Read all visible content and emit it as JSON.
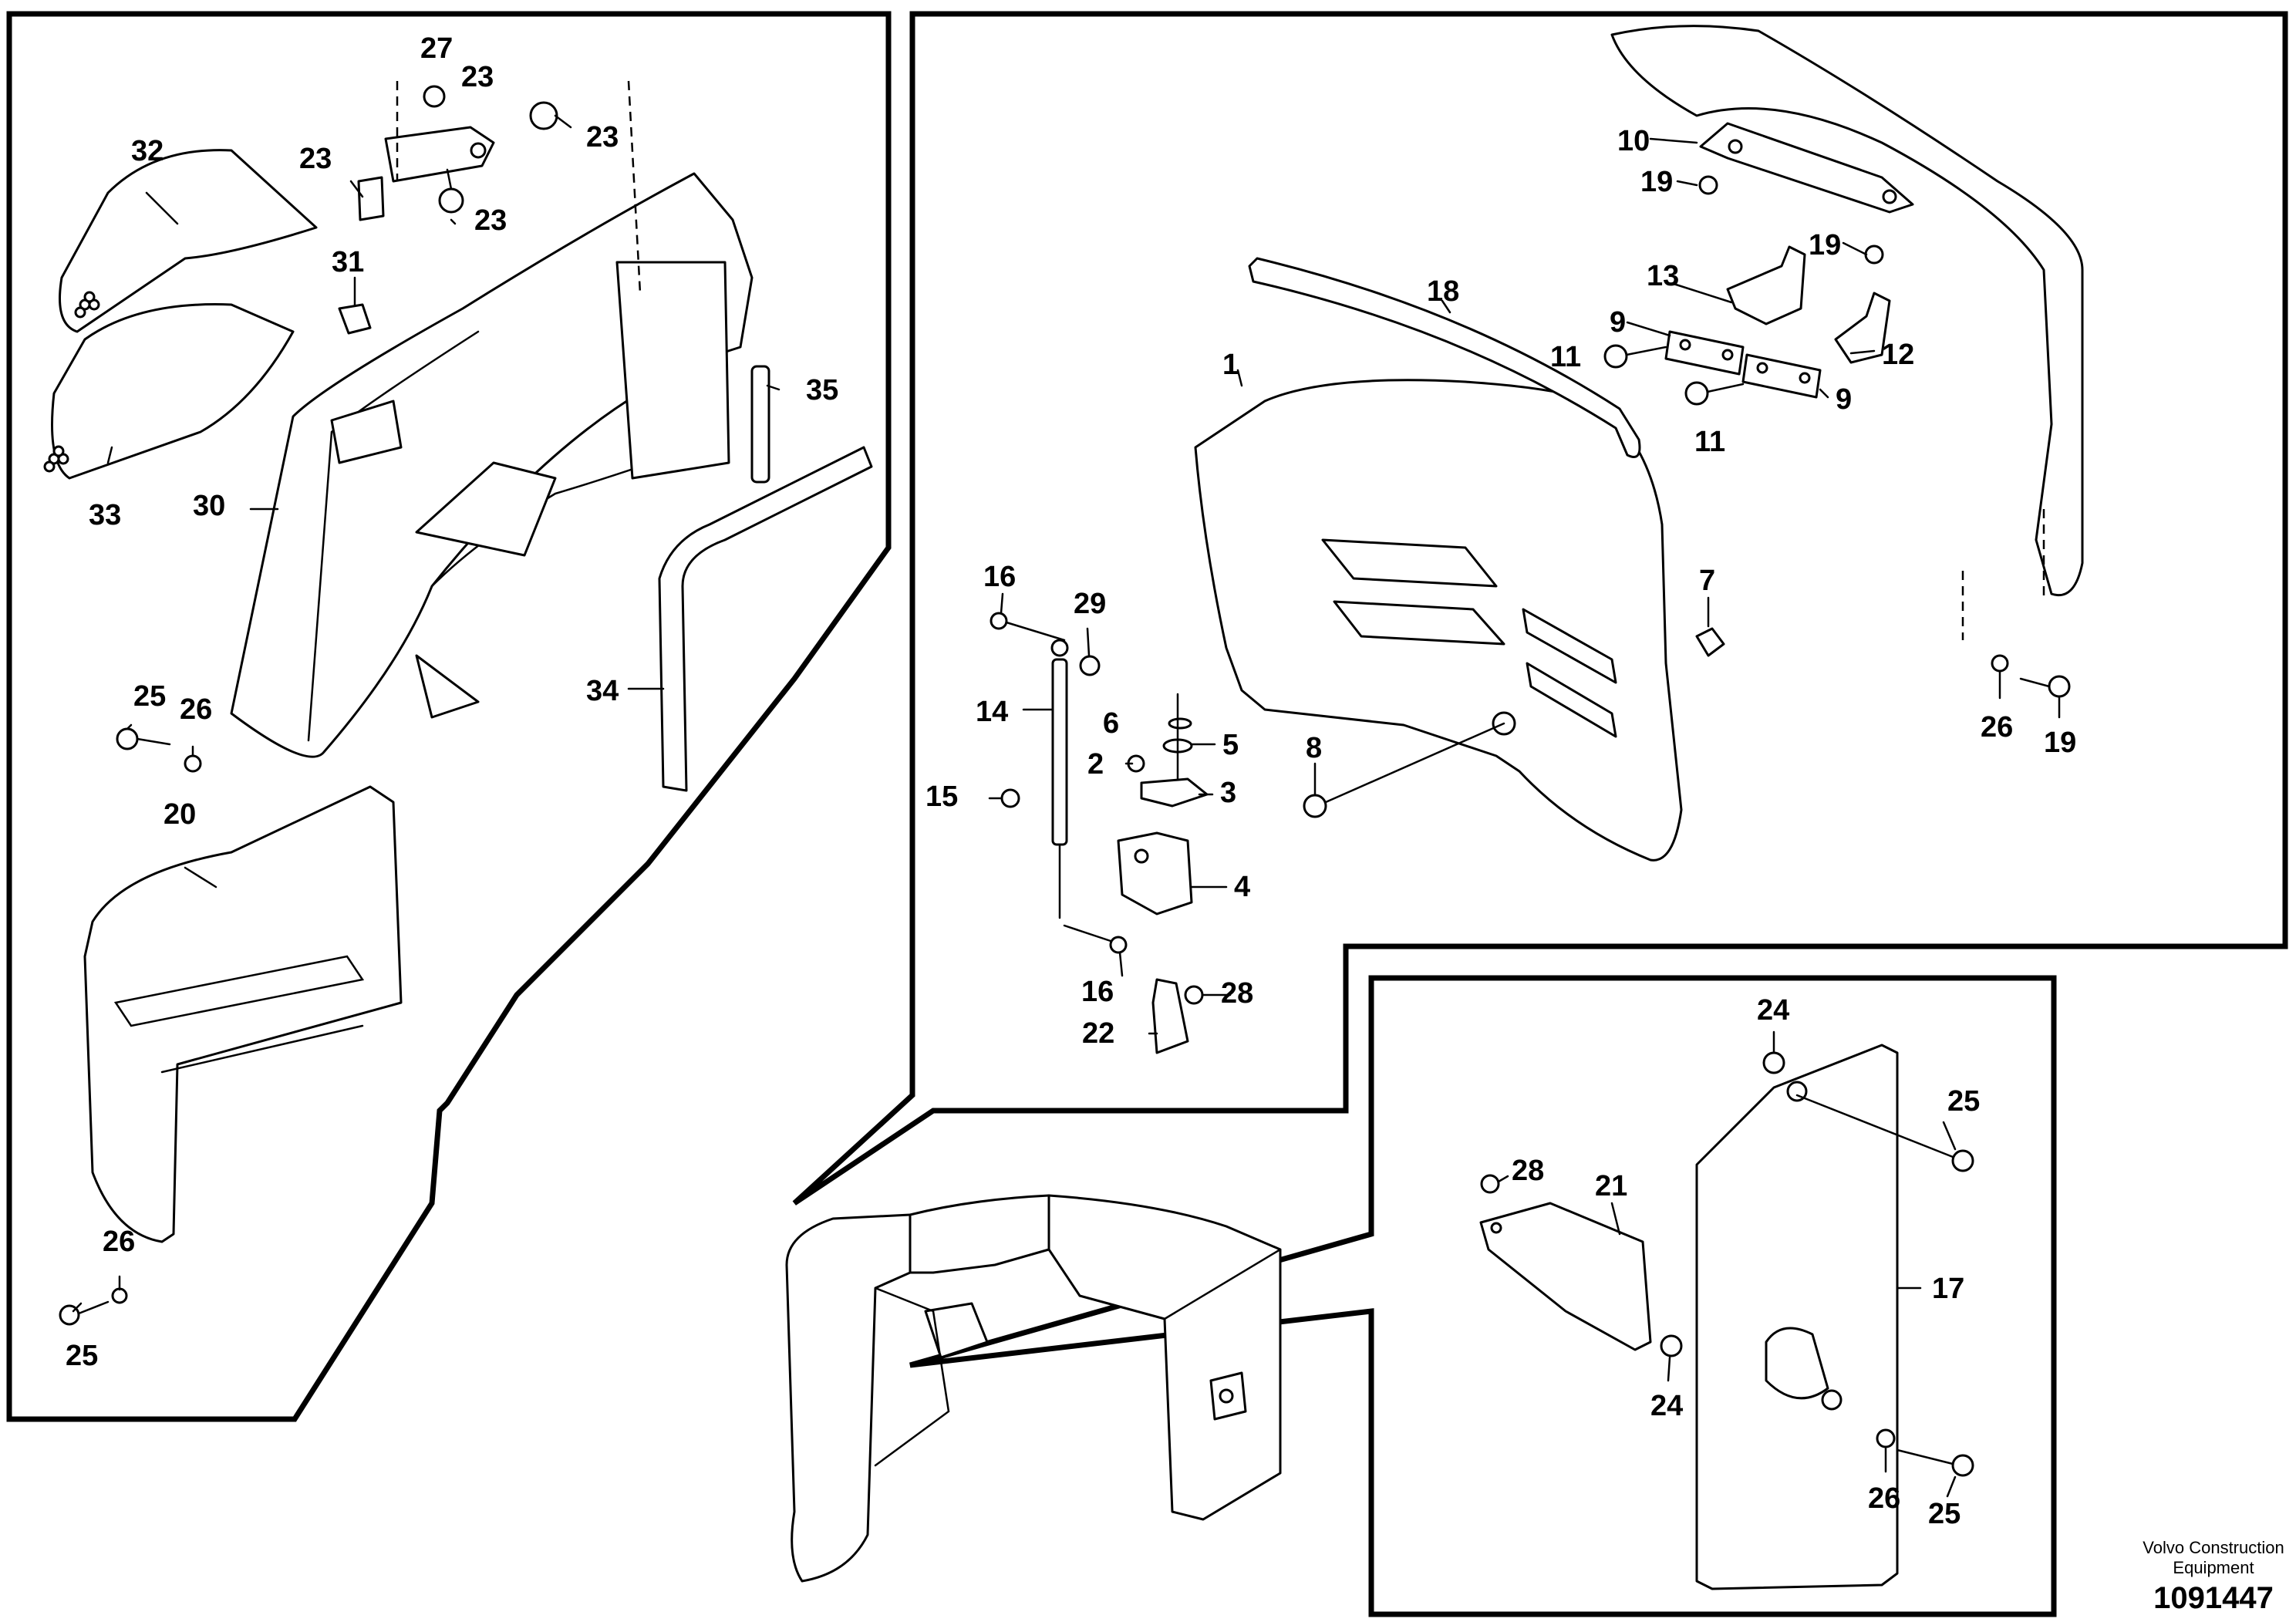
{
  "callouts": {
    "p1": "1",
    "p2": "2",
    "p3": "3",
    "p4": "4",
    "p5": "5",
    "p6": "6",
    "p7": "7",
    "p8": "8",
    "p9a": "9",
    "p9b": "9",
    "p10": "10",
    "p11a": "11",
    "p11b": "11",
    "p12": "12",
    "p13": "13",
    "p14": "14",
    "p15": "15",
    "p16a": "16",
    "p16b": "16",
    "p17": "17",
    "p18": "18",
    "p19a": "19",
    "p19b": "19",
    "p19c": "19",
    "p20": "20",
    "p21": "21",
    "p22": "22",
    "p23a": "23",
    "p23b": "23",
    "p23c": "23",
    "p23d": "23",
    "p24a": "24",
    "p24b": "24",
    "p25a": "25",
    "p25b": "25",
    "p25c": "25",
    "p25d": "25",
    "p26a": "26",
    "p26b": "26",
    "p26c": "26",
    "p26d": "26",
    "p27": "27",
    "p28a": "28",
    "p28b": "28",
    "p29": "29",
    "p30": "30",
    "p31": "31",
    "p32": "32",
    "p33": "33",
    "p34": "34",
    "p35": "35"
  },
  "footer": {
    "brand_line1": "Volvo Construction",
    "brand_line2": "Equipment",
    "doc_number": "1091447"
  }
}
